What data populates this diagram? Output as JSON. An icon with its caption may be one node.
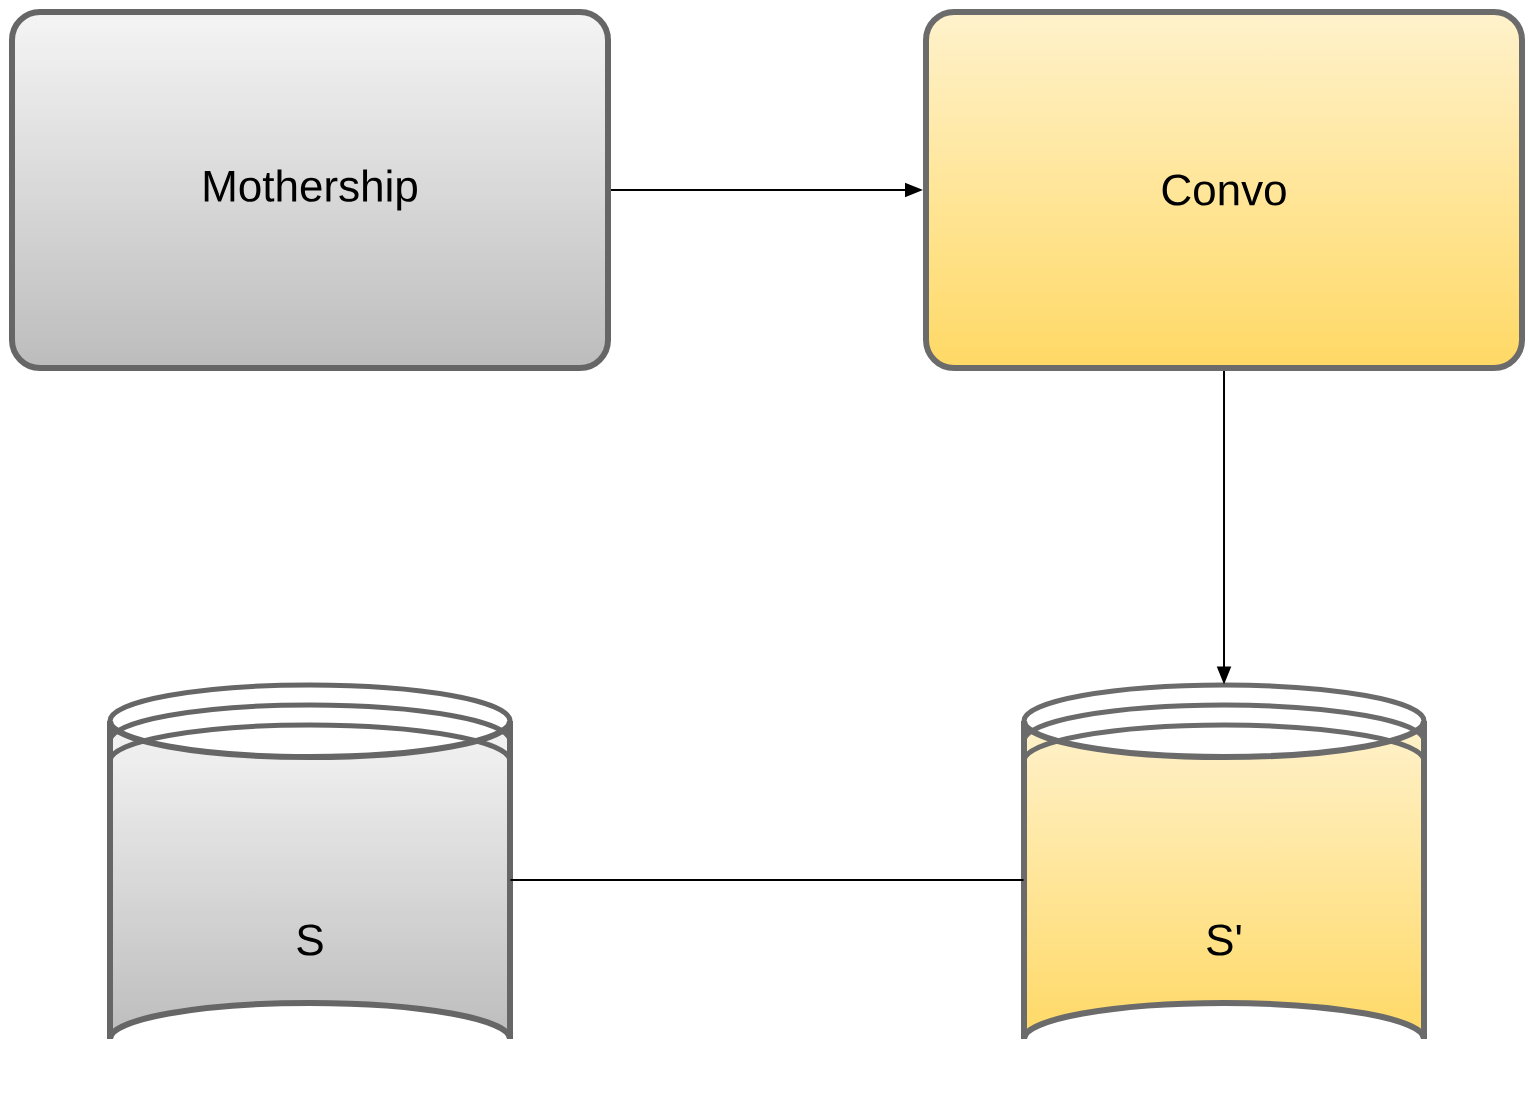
{
  "diagram": {
    "nodes": [
      {
        "text": [
          "Mothership"
        ]
      },
      {
        "text": [
          "Convo"
        ]
      },
      {
        "text": [
          "S"
        ]
      },
      {
        "text": [
          "S'"
        ]
      }
    ],
    "edges": [
      {
        "from": 0,
        "to": 1,
        "arrow": "to"
      },
      {
        "from": 1,
        "to": 3,
        "arrow": "to"
      },
      {
        "from": 2,
        "to": 3,
        "arrow": "none"
      }
    ]
  }
}
